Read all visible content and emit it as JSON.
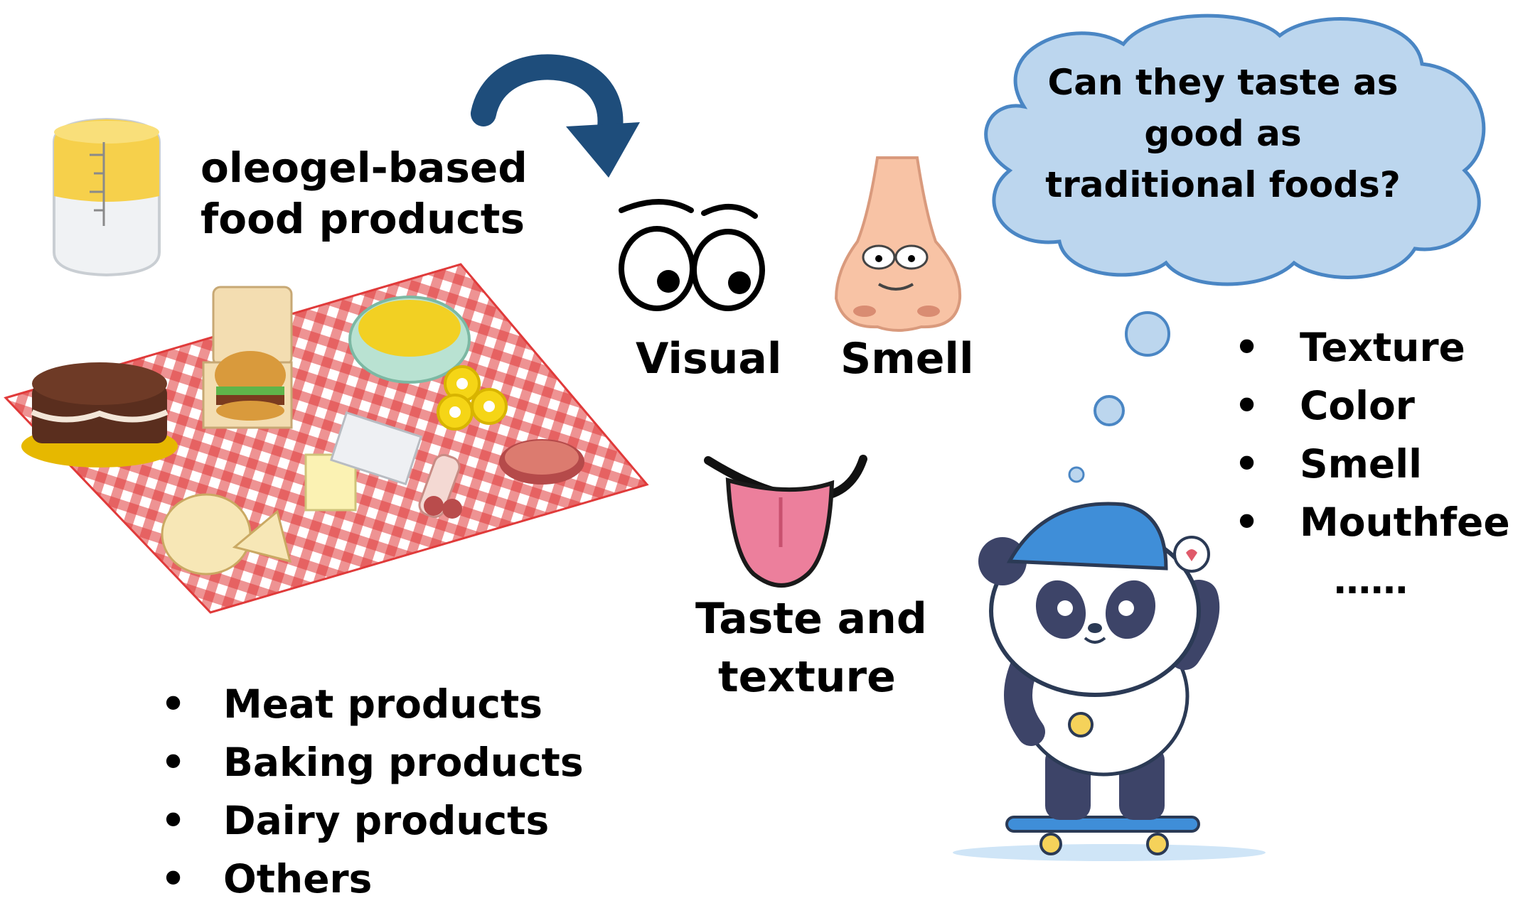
{
  "title": "oleogel-based food products",
  "product_categories": [
    "Meat products",
    "Baking products",
    "Dairy products",
    "Others"
  ],
  "senses": {
    "visual": "Visual",
    "smell": "Smell",
    "taste_line1": "Taste and",
    "taste_line2": "texture"
  },
  "question": {
    "line1": "Can they taste as",
    "line2": "good as",
    "line3": "traditional foods?"
  },
  "attributes": [
    "Texture",
    "Color",
    "Smell",
    "Mouthfeel"
  ],
  "more": "……",
  "bullet": "•",
  "colors": {
    "arrow": "#1e4d7b",
    "cloud_fill": "#bcd6ee",
    "cloud_stroke": "#4a86c4",
    "checker": "#e03a3a",
    "panda_cap": "#3f8ed8",
    "panda_dark": "#3d4468"
  },
  "icons": [
    "oleogel-jar-icon",
    "picnic-food-icon",
    "curved-arrow-icon",
    "eyes-icon",
    "nose-icon",
    "tongue-icon",
    "thought-cloud-icon",
    "panda-skateboard-icon"
  ]
}
